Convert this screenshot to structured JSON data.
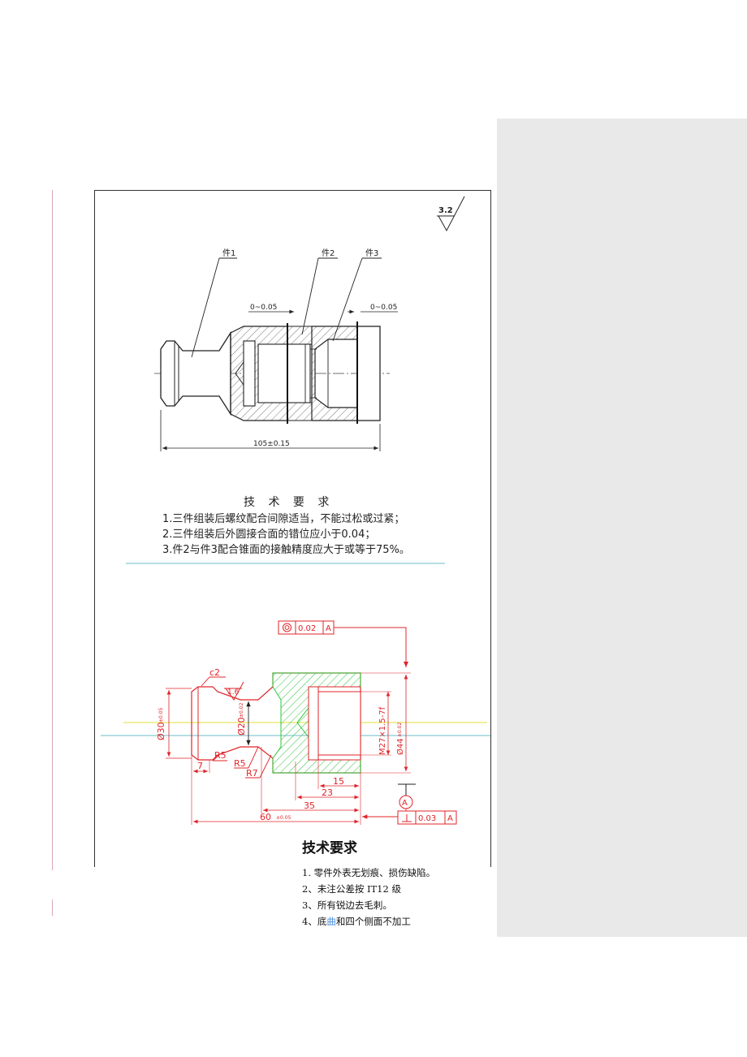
{
  "comment_pane": {},
  "drawing1": {
    "roughness": "3.2",
    "part1": "件1",
    "part2": "件2",
    "part3": "件3",
    "gap_left": "0~0.05",
    "gap_right": "0~0.05",
    "overall_length": "105±0.15"
  },
  "tech_requirements_1": {
    "title": "技 术 要 求",
    "items": [
      "1.三件组装后螺纹配合间隙适当，不能过松或过紧；",
      "2.三件组装后外圆接合面的错位应小于0.04；",
      "3.件2与件3配合锥面的接触精度应大于或等于75%。"
    ]
  },
  "drawing2": {
    "coaxiality_tol": "0.02",
    "coaxiality_datum": "A",
    "chamfer": "c2",
    "surface_finish": "1.6",
    "dia30": "Ø30",
    "dia30_tol": "±0.05",
    "dia20": "Ø20",
    "dia20_tol": "±0.02",
    "dia44": "Ø44",
    "dia44_tol": "±0.02",
    "thread": "M27×1.5-7f",
    "r5a": "R5",
    "r5b": "R5",
    "r7": "R7",
    "dim7": "7",
    "dim15": "15",
    "dim23": "23",
    "dim35": "35",
    "dim60": "60",
    "dim60_tol": "±0.05",
    "datum": "A",
    "perp_tol": "0.03",
    "perp_datum": "A"
  },
  "tech_requirements_2": {
    "title": "技术要求",
    "item1": "1. 零件外表无划痕、损伤缺陷。",
    "item2": "2、未注公差按 IT12 级",
    "item3": "3、所有锐边去毛刺。",
    "item4_pre": "4、底",
    "item4_hl": "曲",
    "item4_post": "和四个侧面不加工"
  },
  "colors": {
    "red": "#e0242a",
    "green": "#2ec43a",
    "cyan": "#3aa6b5",
    "yellow": "#e2e23a",
    "margin": "#d9a7b3"
  }
}
